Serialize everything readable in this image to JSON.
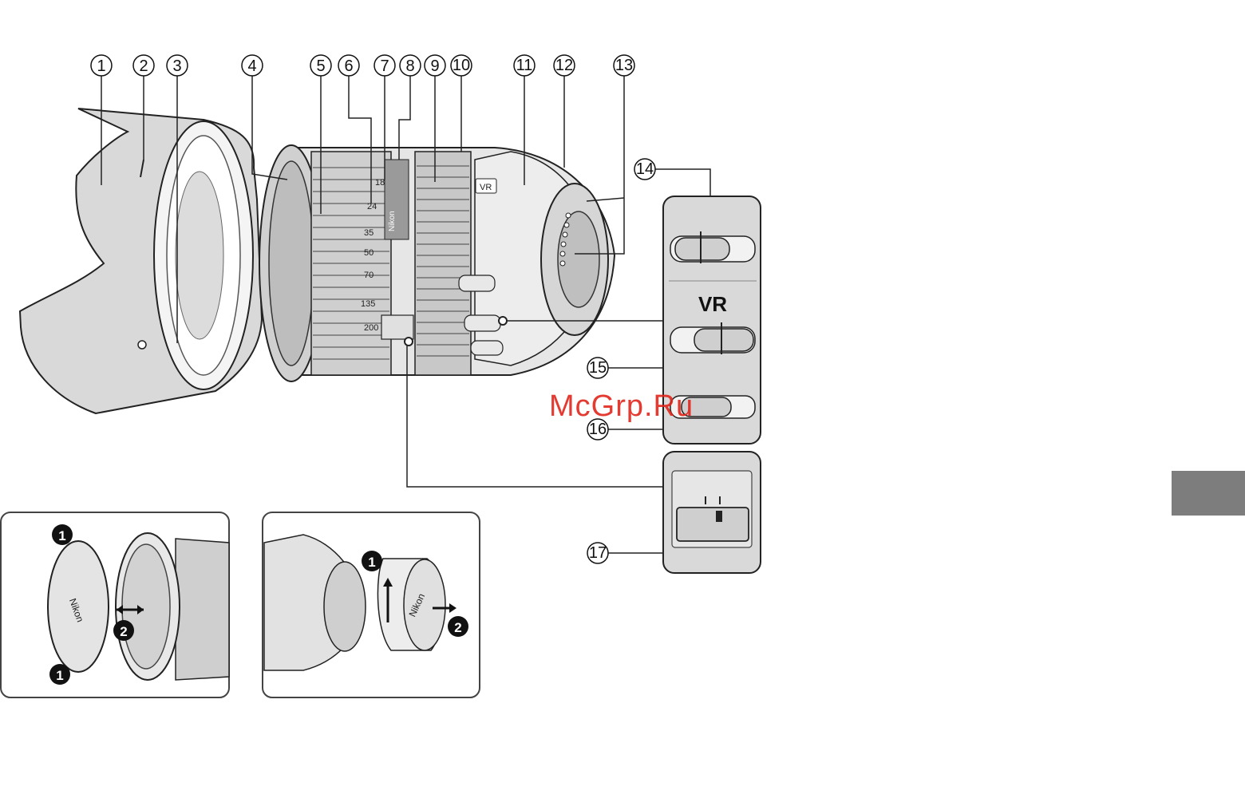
{
  "callouts": [
    "1",
    "2",
    "3",
    "4",
    "5",
    "6",
    "7",
    "8",
    "9",
    "10",
    "11",
    "12",
    "13",
    "14",
    "15",
    "16",
    "17"
  ],
  "lens": {
    "focal_marks": [
      "18",
      "24",
      "35",
      "50",
      "70",
      "135",
      "200"
    ],
    "vr_badge": "VR",
    "brand": "Nikon"
  },
  "switch_panel": {
    "vr_label": "VR"
  },
  "steps": {
    "step1": "1",
    "step2": "2"
  },
  "cap": {
    "brand": "Nikon"
  },
  "rear_cap": {
    "brand": "Nikon"
  },
  "watermark": "McGrp.Ru",
  "colors": {
    "watermark": "#e0261b",
    "panel": "#d9d9d9",
    "tab": "#7d7d7d"
  }
}
